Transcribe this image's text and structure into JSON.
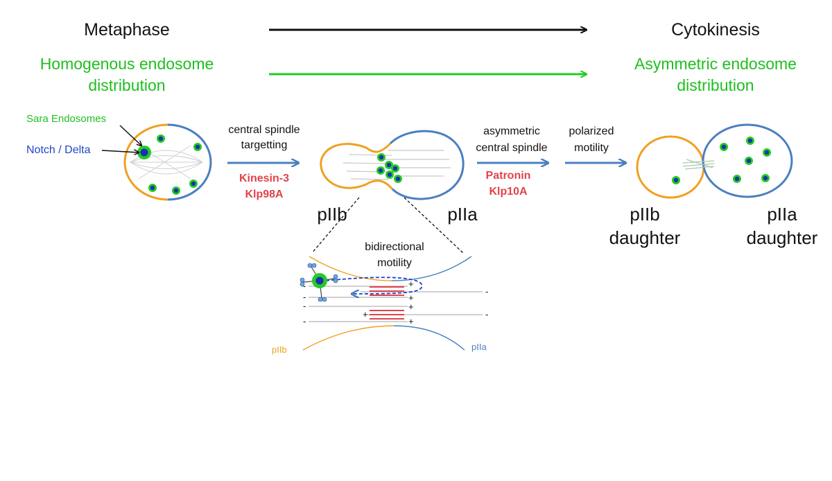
{
  "header": {
    "left_title": "Metaphase",
    "right_title": "Cytokinesis",
    "left_subtitle": [
      "Homogenous endosome",
      "distribution"
    ],
    "right_subtitle": [
      "Asymmetric endosome",
      "distribution"
    ]
  },
  "callouts": {
    "sara": "Sara Endosomes",
    "notch": "Notch / Delta"
  },
  "steps": {
    "step1": [
      "central spindle",
      "targetting"
    ],
    "step1_proteins": [
      "Kinesin-3",
      "Klp98A"
    ],
    "step2": [
      "asymmetric",
      "central spindle"
    ],
    "step2_proteins": [
      "Patronin",
      "Klp10A"
    ],
    "step3": [
      "polarized",
      "motility"
    ]
  },
  "cells": {
    "pIIb": "pIIb",
    "pIIa": "pIIa",
    "pIIb_daughter": [
      "pIIb",
      "daughter"
    ],
    "pIIa_daughter": [
      "pIIa",
      "daughter"
    ]
  },
  "zoom": {
    "title": [
      "bidirectional",
      "motility"
    ],
    "left_label": "pIIb",
    "right_label": "pIIa",
    "plus": "+",
    "minus": "-"
  },
  "colors": {
    "orange": "#f0a020",
    "blue": "#4a7fbf",
    "green": "#22cc22",
    "nucleus": "#1a2fb5",
    "red": "#e0434a",
    "green_text": "#1fbf1f",
    "notch_text": "#2146c7"
  }
}
